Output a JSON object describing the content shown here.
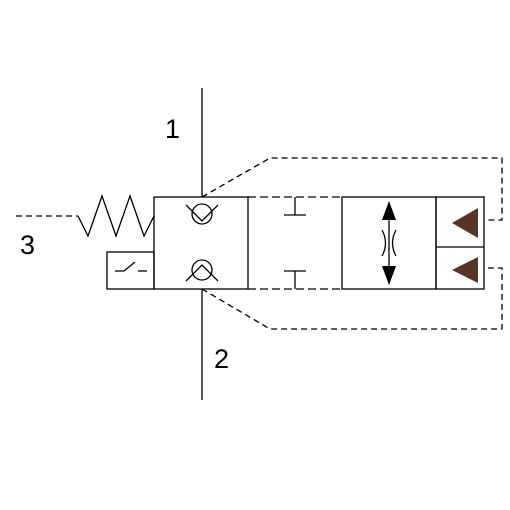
{
  "ports": {
    "port_1": "1",
    "port_2": "2",
    "port_3": "3"
  },
  "colors": {
    "line": "#000000",
    "pilot_arrow": "#5a3327",
    "background": "#ffffff"
  }
}
